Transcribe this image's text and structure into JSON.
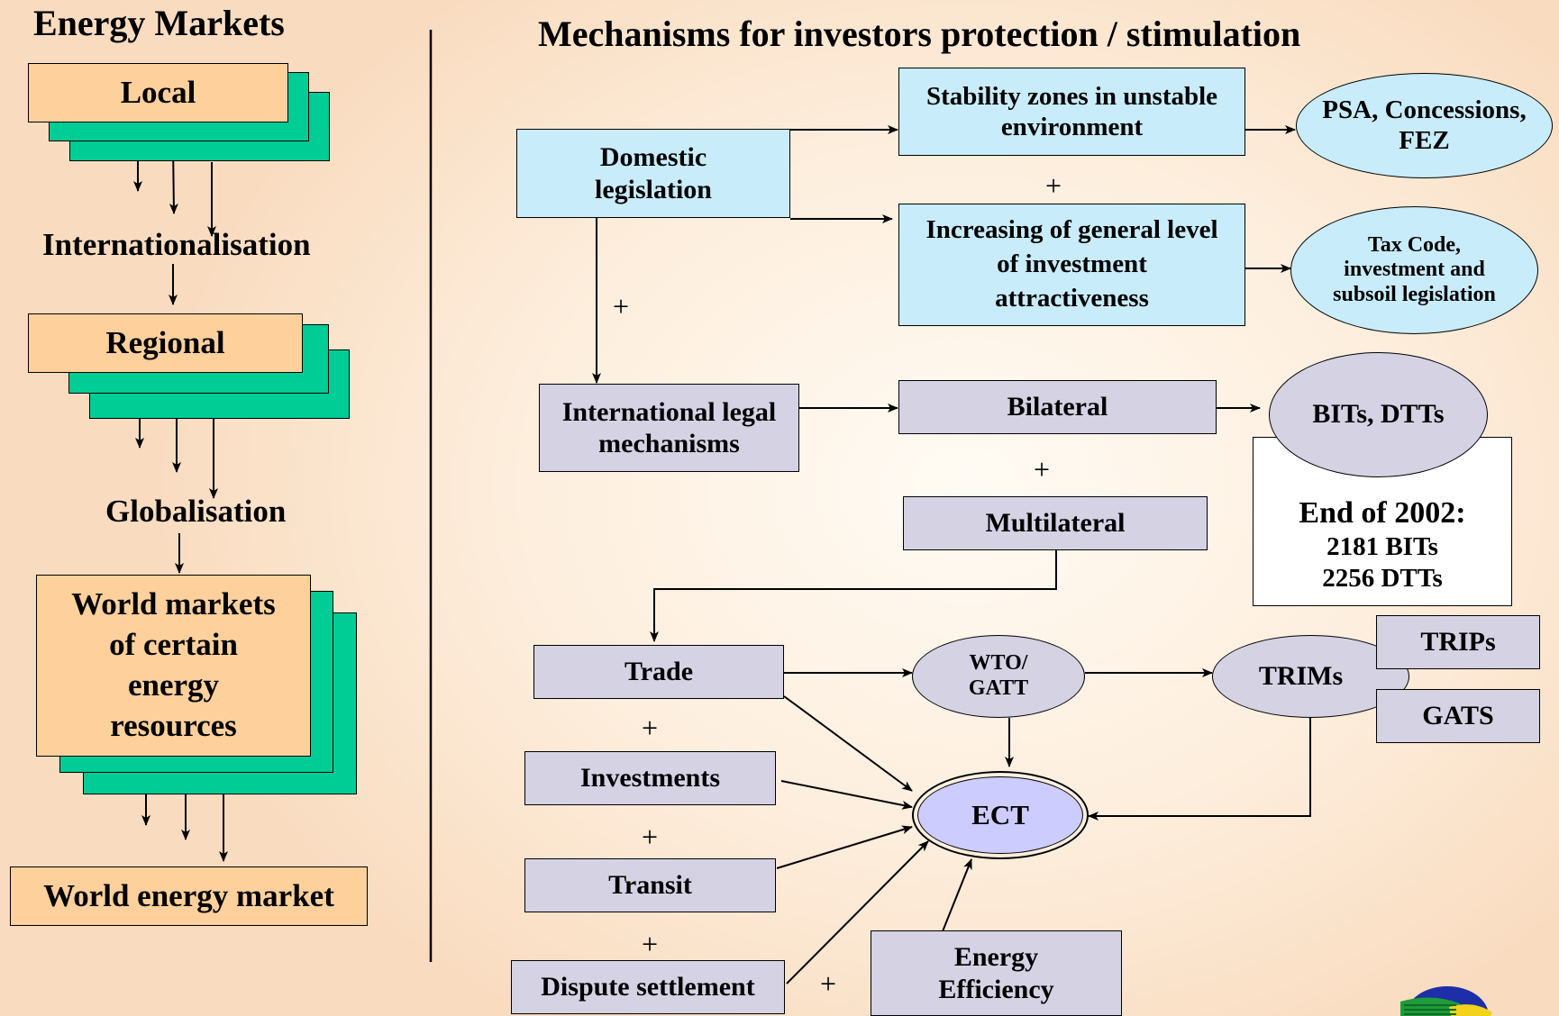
{
  "left": {
    "title": "Energy Markets",
    "local": "Local",
    "internationalisation": "Internationalisation",
    "regional": "Regional",
    "globalisation": "Globalisation",
    "world_markets": "World markets of certain energy resources",
    "world_energy_market": "World energy market"
  },
  "right": {
    "title": "Mechanisms for investors protection / stimulation",
    "domestic": "Domestic legislation",
    "stability": "Stability zones in unstable environment",
    "psa": "PSA, Concessions, FEZ",
    "increasing": "Increasing of general level of investment attractiveness",
    "taxcode": "Tax Code, investment and subsoil legislation",
    "international": "International legal mechanisms",
    "bilateral": "Bilateral",
    "bits_dtts": "BITs, DTTs",
    "end2002_head": "End of 2002:",
    "end2002_bits": "2181 BITs",
    "end2002_dtts": "2256 DTTs",
    "multilateral": "Multilateral",
    "trade": "Trade",
    "wto": "WTO/ GATT",
    "trims": "TRIMs",
    "trips": "TRIPs",
    "gats": "GATS",
    "investments": "Investments",
    "transit": "Transit",
    "dispute": "Dispute settlement",
    "ect": "ECT",
    "energy_efficiency": "Energy Efficiency",
    "plus": "+"
  },
  "colors": {
    "peach": "#fdd09c",
    "green": "#00cc96",
    "light_blue": "#c9ecfb",
    "lavender": "#d5d2e4",
    "ect_fill": "#ccccff"
  },
  "logo_icon": "globe-logo-icon"
}
